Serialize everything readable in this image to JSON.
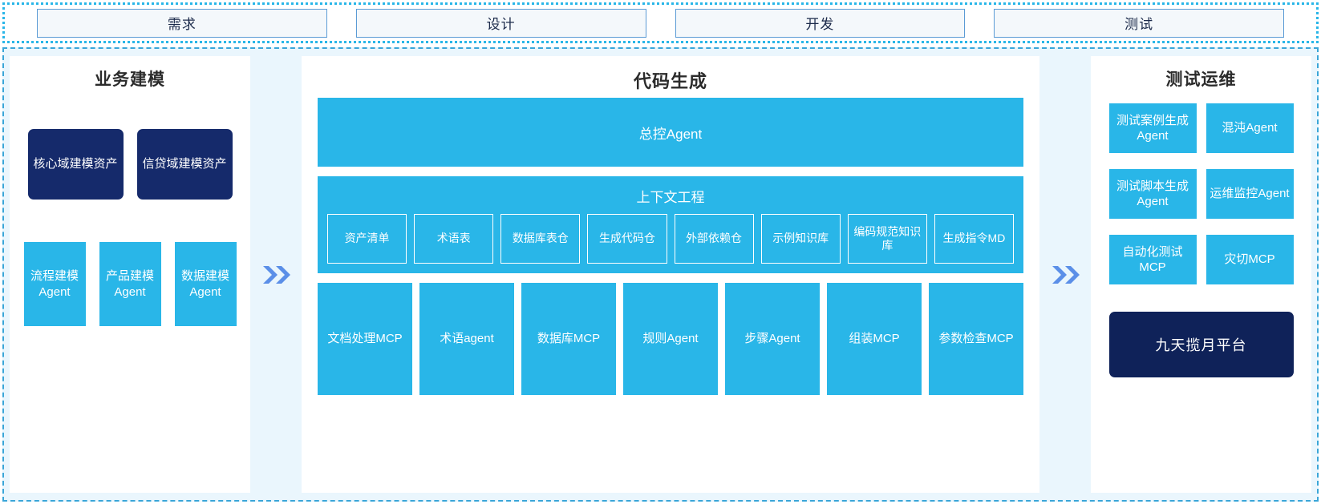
{
  "phases": [
    {
      "label": "需求"
    },
    {
      "label": "设计"
    },
    {
      "label": "开发"
    },
    {
      "label": "测试"
    }
  ],
  "left_panel": {
    "title": "业务建模",
    "assets": [
      {
        "label": "核心域建模资产"
      },
      {
        "label": "信贷域建模资产"
      }
    ],
    "agents": [
      {
        "label": "流程建模Agent"
      },
      {
        "label": "产品建模Agent"
      },
      {
        "label": "数据建模Agent"
      }
    ]
  },
  "center_panel": {
    "title": "代码生成",
    "master_agent": "总控Agent",
    "context": {
      "title": "上下文工程",
      "items": [
        {
          "label": "资产清单"
        },
        {
          "label": "术语表"
        },
        {
          "label": "数据库表仓"
        },
        {
          "label": "生成代码仓"
        },
        {
          "label": "外部依赖仓"
        },
        {
          "label": "示例知识库"
        },
        {
          "label": "编码规范知识库"
        },
        {
          "label": "生成指令MD"
        }
      ]
    },
    "tools": [
      {
        "label": "文档处理MCP"
      },
      {
        "label": "术语agent"
      },
      {
        "label": "数据库MCP"
      },
      {
        "label": "规则Agent"
      },
      {
        "label": "步骤Agent"
      },
      {
        "label": "组装MCP"
      },
      {
        "label": "参数检查MCP"
      }
    ]
  },
  "right_panel": {
    "title": "测试运维",
    "items": [
      {
        "label": "测试案例生成Agent"
      },
      {
        "label": "混沌Agent"
      },
      {
        "label": "测试脚本生成Agent"
      },
      {
        "label": "运维监控Agent"
      },
      {
        "label": "自动化测试MCP"
      },
      {
        "label": "灾切MCP"
      }
    ],
    "platform": "九天揽月平台"
  },
  "separators": [
    {
      "icon": "double-chevron-right-icon"
    },
    {
      "icon": "double-chevron-right-icon"
    }
  ],
  "colors": {
    "accent_blue": "#29b6e8",
    "navy": "#152a6b",
    "platform_navy": "#0f2259",
    "chevron_blue": "#5b8fe8",
    "panel_bg": "#eaf6fd",
    "phase_border": "#5b9bd5"
  }
}
